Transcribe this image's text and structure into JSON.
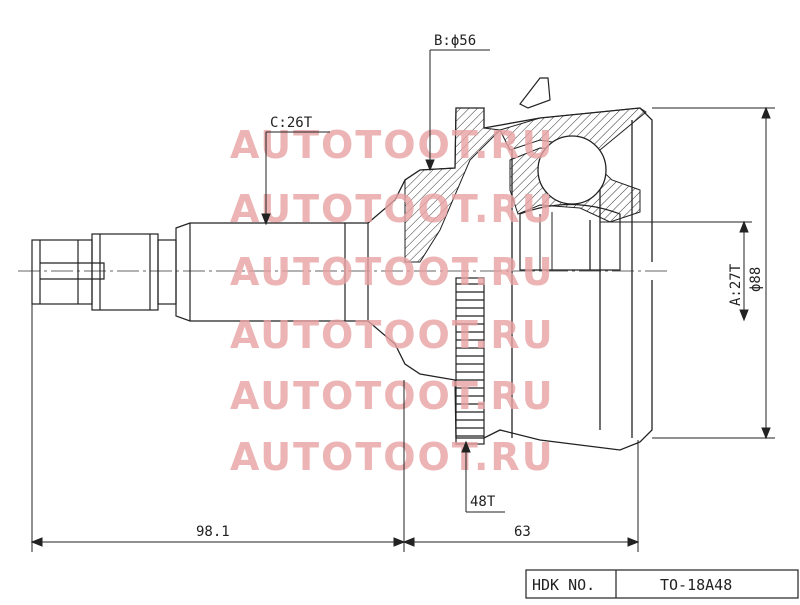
{
  "labels": {
    "bearing": "B:ϕ56",
    "shaft_spline": "C:26T",
    "inner_spline": "A:27T",
    "outer_diameter": "ϕ88",
    "abs_ring": "48T",
    "shaft_length": "98.1",
    "joint_length": "63"
  },
  "watermark": "AUTOTOOT.RU",
  "title_block": {
    "label": "HDK NO.",
    "part_number": "TO-18A48"
  },
  "colors": {
    "line": "#222222",
    "watermark": "#e8a2a2"
  }
}
